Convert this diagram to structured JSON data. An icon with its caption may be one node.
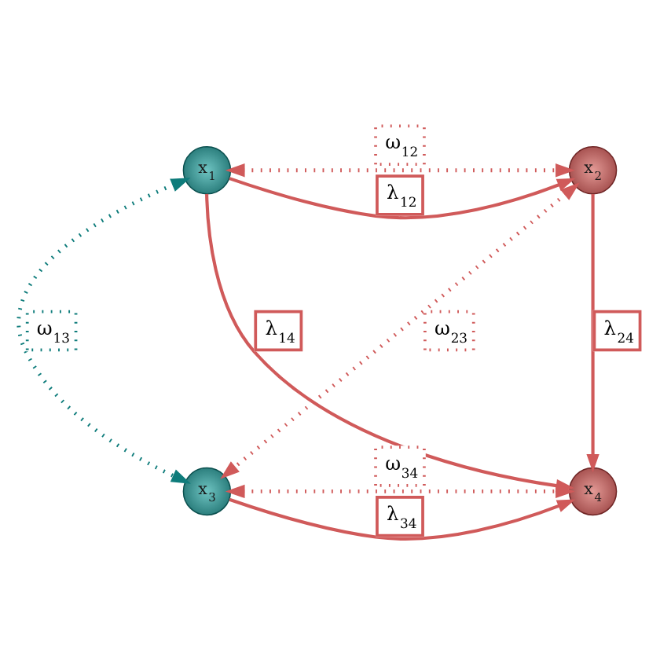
{
  "diagram": {
    "nodes": [
      {
        "text": [
          "x$_{1}$"
        ]
      },
      {
        "text": [
          "x$_{2}$"
        ]
      },
      {
        "text": [
          "x$_{3}$"
        ]
      },
      {
        "text": [
          "x$_{4}$"
        ]
      }
    ],
    "edges": [
      {
        "from": 0,
        "to": 1,
        "arrow": "both",
        "label": "ω$_{12}$",
        "style": "dashed"
      },
      {
        "from": 0,
        "to": 1,
        "arrow": "to",
        "label": "λ$_{12}$"
      },
      {
        "from": 0,
        "to": 3,
        "arrow": "to",
        "label": "λ$_{14}$"
      },
      {
        "from": 1,
        "to": 2,
        "arrow": "both",
        "label": "ω$_{23}$",
        "style": "dashed"
      },
      {
        "from": 1,
        "to": 3,
        "arrow": "to",
        "label": "λ$_{24}$"
      },
      {
        "from": 0,
        "to": 2,
        "arrow": "both",
        "label": "ω$_{13}$",
        "style": "dashed",
        "color": "#0e7c7b"
      },
      {
        "from": 2,
        "to": 3,
        "arrow": "to",
        "label": "λ$_{34}$"
      },
      {
        "from": 2,
        "to": 3,
        "arrow": "both",
        "label": "ω$_{34}$",
        "style": "dashed"
      }
    ]
  }
}
